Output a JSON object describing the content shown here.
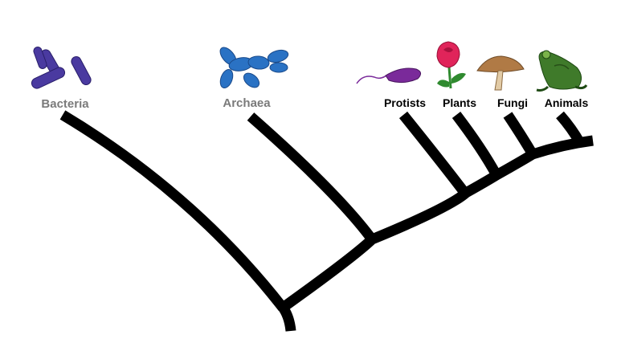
{
  "diagram": {
    "type": "phylogenetic-tree",
    "branch_color": "#000000",
    "taxa": [
      {
        "id": "bacteria",
        "label": "Bacteria",
        "label_color": "#7a7a7a",
        "icon": "rod-bacteria-icon",
        "icon_color": "#4a3aa0"
      },
      {
        "id": "archaea",
        "label": "Archaea",
        "label_color": "#7a7a7a",
        "icon": "archaea-cells-icon",
        "icon_color": "#2a72c4"
      },
      {
        "id": "protists",
        "label": "Protists",
        "label_color": "#000000",
        "icon": "protist-flagellate-icon",
        "icon_color": "#7a2a9a"
      },
      {
        "id": "plants",
        "label": "Plants",
        "label_color": "#000000",
        "icon": "rose-icon",
        "icon_color": "#e0245a"
      },
      {
        "id": "fungi",
        "label": "Fungi",
        "label_color": "#000000",
        "icon": "mushroom-icon",
        "icon_color": "#b07a45"
      },
      {
        "id": "animals",
        "label": "Animals",
        "label_color": "#000000",
        "icon": "frog-icon",
        "icon_color": "#3f7a2a"
      }
    ]
  }
}
